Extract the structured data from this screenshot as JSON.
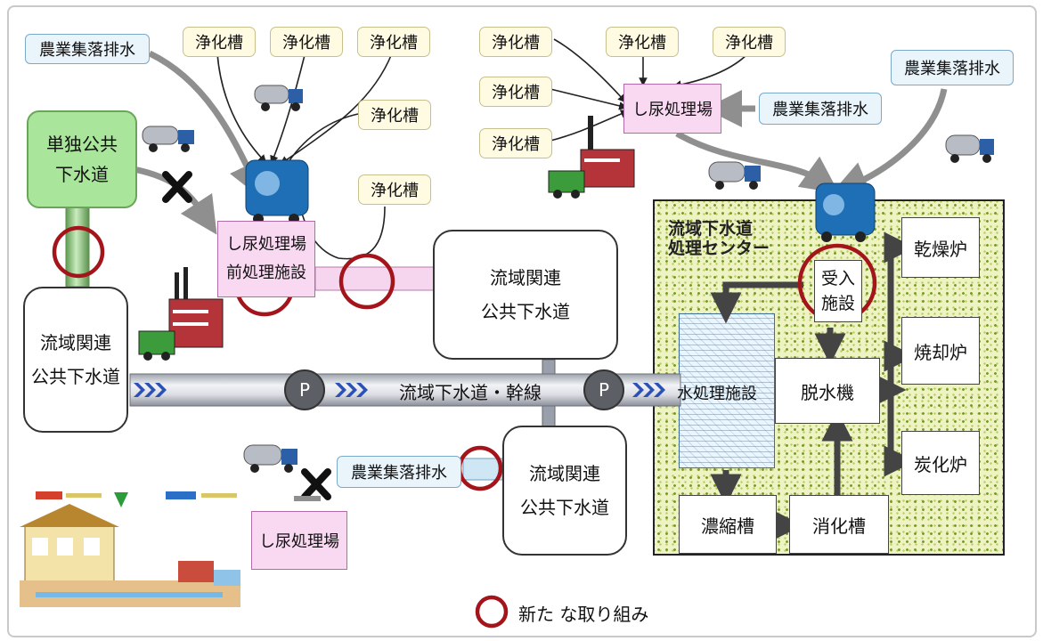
{
  "nodes": {
    "nogyo_top_left": "農業集落排水",
    "joka_1": "浄化槽",
    "joka_2": "浄化槽",
    "joka_3": "浄化槽",
    "joka_4": "浄化槽",
    "joka_5": "浄化槽",
    "tandoku": "単独公共\n下水道",
    "shinyo_zenshori": "し尿処理場\n前処理施設",
    "ryuiki_kanren_left": "流域関連\n公共下水道",
    "ryuiki_kanren_mid": "流域関連\n公共下水道",
    "ryuiki_kanren_bottom": "流域関連\n公共下水道",
    "kansen": "流域下水道・幹線",
    "joka_6": "浄化槽",
    "joka_7": "浄化槽",
    "joka_8": "浄化槽",
    "joka_9": "浄化槽",
    "joka_10": "浄化槽",
    "shinyo_top_right": "し尿処理場",
    "nogyo_mid_right": "農業集落排水",
    "nogyo_top_right": "農業集落排水",
    "nogyo_bottom": "農業集落排水",
    "shinyo_bottom": "し尿処理場",
    "center_title": "流域下水道\n処理センター",
    "ukeire": "受入\n施設",
    "kanso": "乾燥炉",
    "shokyaku": "焼却炉",
    "tanka": "炭化炉",
    "dassui": "脱水機",
    "mizushori": "水処理施設",
    "noshuku": "濃縮槽",
    "shoka": "消化槽",
    "pump": "P"
  },
  "legend": {
    "text": "新た な取り組み"
  },
  "colors": {
    "new_initiative_circle": "#a3141b",
    "arrow": "#8f8f8f",
    "trunk_chevron": "#2a52b5"
  }
}
